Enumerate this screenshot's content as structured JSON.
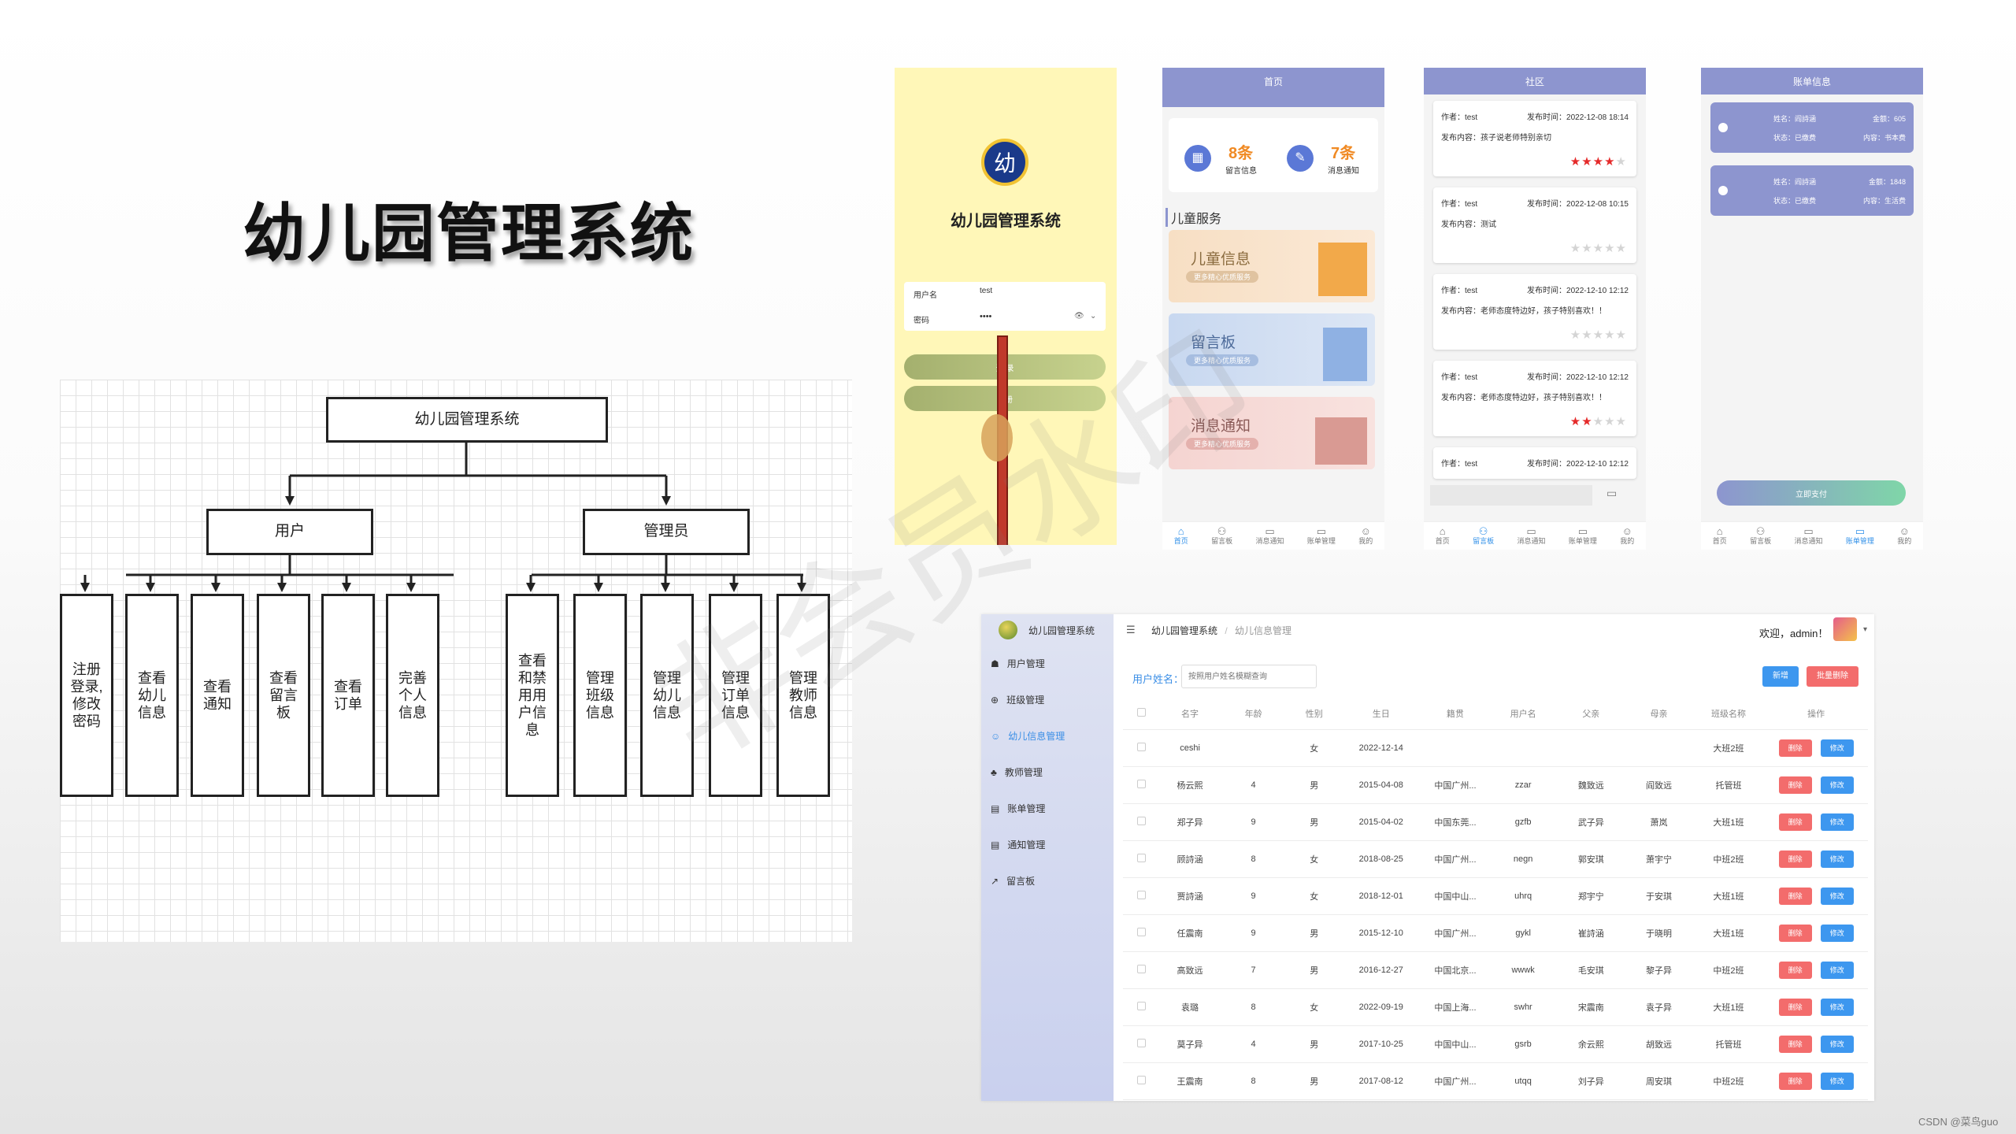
{
  "main_title": "幼儿园管理系统",
  "watermark": "非会员水印",
  "footer": "CSDN @菜鸟guo",
  "colors": {
    "phone_header": "#8d95cf",
    "accent_blue": "#3d97ef",
    "danger": "#f36c6c",
    "login_bg": "#fff7b8"
  },
  "org": {
    "root": "幼儿园管理系统",
    "user": "用户",
    "admin": "管理员",
    "user_leaves": [
      "注册登录,修改密码",
      "查看幼儿信息",
      "查看通知",
      "查看留言板",
      "查看订单",
      "完善个人信息"
    ],
    "admin_leaves": [
      "查看和禁用用户信息",
      "管理班级信息",
      "管理幼儿信息",
      "管理订单信息",
      "管理教师信息"
    ]
  },
  "login": {
    "logo": "幼",
    "title": "幼儿园管理系统",
    "user_label": "用户名",
    "user_value": "test",
    "pwd_label": "密码",
    "pwd_value": "••••",
    "login_btn": "登 录",
    "register_btn": "注册"
  },
  "home": {
    "header": "首页",
    "stat1_num": "8条",
    "stat1_label": "留言信息",
    "stat2_num": "7条",
    "stat2_label": "消息通知",
    "section": "儿童服务",
    "services": [
      {
        "title": "儿童信息",
        "sub": "更多精心优质服务"
      },
      {
        "title": "留言板",
        "sub": "更多精心优质服务"
      },
      {
        "title": "消息通知",
        "sub": "更多精心优质服务"
      }
    ]
  },
  "community": {
    "header": "社区",
    "posts": [
      {
        "author": "作者：test",
        "time": "发布时间：2022-12-08 18:14",
        "content": "发布内容：孩子说老师特别亲切",
        "stars": 4
      },
      {
        "author": "作者：test",
        "time": "发布时间：2022-12-08 10:15",
        "content": "发布内容：测试",
        "stars": 0
      },
      {
        "author": "作者：test",
        "time": "发布时间：2022-12-10 12:12",
        "content": "发布内容：老师态度特边好，孩子特别喜欢！！",
        "stars": 0
      },
      {
        "author": "作者：test",
        "time": "发布时间：2022-12-10 12:12",
        "content": "发布内容：老师态度特边好，孩子特别喜欢！！",
        "stars": 2
      },
      {
        "author": "作者：test",
        "time": "发布时间：2022-12-10 12:12",
        "content": "",
        "stars": 0
      }
    ]
  },
  "bill": {
    "header": "账单信息",
    "items": [
      {
        "name": "姓名：阎詩涵",
        "amount": "金额：605",
        "status": "状态：已缴费",
        "content": "内容：书本费"
      },
      {
        "name": "姓名：阎詩涵",
        "amount": "金额：1848",
        "status": "状态：已缴费",
        "content": "内容：生活费"
      }
    ],
    "pay_btn": "立即支付"
  },
  "tabs": [
    "首页",
    "留言板",
    "消息通知",
    "账单管理",
    "我的"
  ],
  "admin": {
    "brand": "幼儿园管理系统",
    "menu": [
      "用户管理",
      "班级管理",
      "幼儿信息管理",
      "教师管理",
      "账单管理",
      "通知管理",
      "留言板"
    ],
    "crumb1": "幼儿园管理系统",
    "crumb_sep": "/",
    "crumb2": "幼儿信息管理",
    "welcome": "欢迎，admin！",
    "search_label": "用户姓名：",
    "search_placeholder": "按照用户姓名模糊查询",
    "add_btn": "新增",
    "batch_del_btn": "批量删除",
    "columns": [
      "名字",
      "年龄",
      "性别",
      "生日",
      "籍贯",
      "用户名",
      "父亲",
      "母亲",
      "班级名称",
      "操作"
    ],
    "del": "删除",
    "edit": "修改",
    "rows": [
      [
        "ceshi",
        "",
        "女",
        "2022-12-14",
        "",
        "",
        "",
        "",
        "大班2班"
      ],
      [
        "杨云熙",
        "4",
        "男",
        "2015-04-08",
        "中国广州...",
        "zzar",
        "魏致远",
        "阎致远",
        "托管班"
      ],
      [
        "郑子异",
        "9",
        "男",
        "2015-04-02",
        "中国东莞...",
        "gzfb",
        "武子异",
        "萧岚",
        "大班1班"
      ],
      [
        "顾詩涵",
        "8",
        "女",
        "2018-08-25",
        "中国广州...",
        "negn",
        "郭安琪",
        "萧宇宁",
        "中班2班"
      ],
      [
        "贾詩涵",
        "9",
        "女",
        "2018-12-01",
        "中国中山...",
        "uhrq",
        "郑宇宁",
        "于安琪",
        "大班1班"
      ],
      [
        "任震南",
        "9",
        "男",
        "2015-12-10",
        "中国广州...",
        "gykl",
        "崔詩涵",
        "于晓明",
        "大班1班"
      ],
      [
        "高致远",
        "7",
        "男",
        "2016-12-27",
        "中国北京...",
        "wwwk",
        "毛安琪",
        "黎子异",
        "中班2班"
      ],
      [
        "袁璐",
        "8",
        "女",
        "2022-09-19",
        "中国上海...",
        "swhr",
        "宋震南",
        "袁子异",
        "大班1班"
      ],
      [
        "莫子异",
        "4",
        "男",
        "2017-10-25",
        "中国中山...",
        "gsrb",
        "余云熙",
        "胡致远",
        "托管班"
      ],
      [
        "王震南",
        "8",
        "男",
        "2017-08-12",
        "中国广州...",
        "utqq",
        "刘子异",
        "周安琪",
        "中班2班"
      ]
    ]
  }
}
